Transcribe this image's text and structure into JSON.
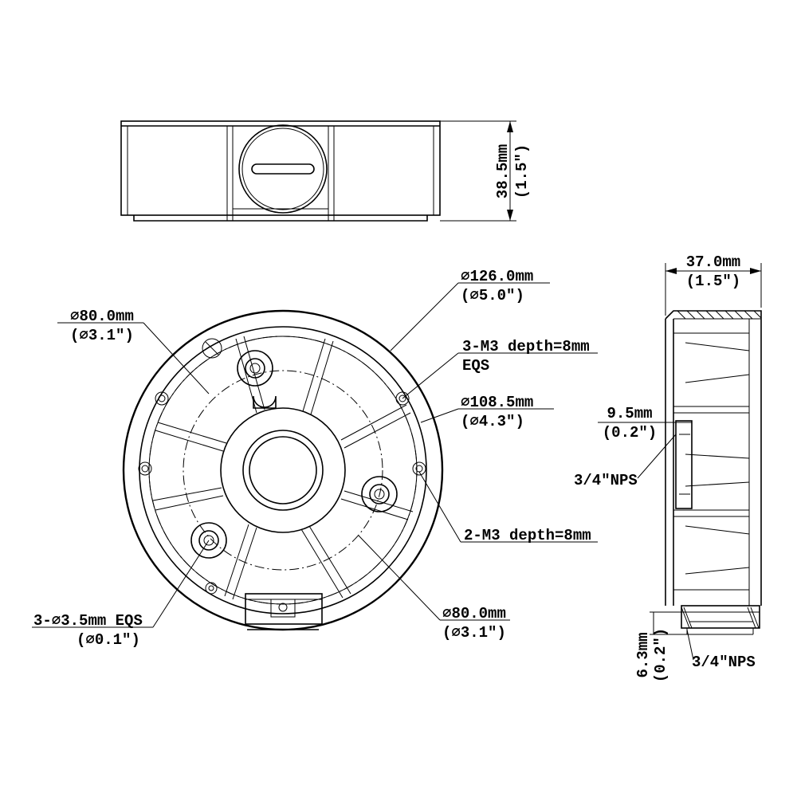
{
  "front_view": {
    "height_mm": "38.5mm",
    "height_in": "(1.5\")"
  },
  "top_view": {
    "outer_dia_mm": "∅126.0mm",
    "outer_dia_in": "(∅5.0\")",
    "screw_3m3": "3-M3 depth=8mm",
    "screw_3m3_note": "EQS",
    "dia_108_mm": "∅108.5mm",
    "dia_108_in": "(∅4.3\")",
    "screw_2m3": "2-M3 depth=8mm",
    "dia_80_left_mm": "∅80.0mm",
    "dia_80_left_in": "(∅3.1\")",
    "dia_80_bottom_mm": "∅80.0mm",
    "dia_80_bottom_in": "(∅3.1\")",
    "hole_35_mm": "3-∅3.5mm EQS",
    "hole_35_in": "(∅0.1\")"
  },
  "side_view": {
    "width_mm": "37.0mm",
    "width_in": "(1.5\")",
    "offset_mm": "9.5mm",
    "offset_in": "(0.2\")",
    "thread_side": "3/4\"NPS",
    "flange_mm": "6.3mm",
    "flange_in": "(0.2\")",
    "thread_bottom": "3/4\"NPS"
  }
}
